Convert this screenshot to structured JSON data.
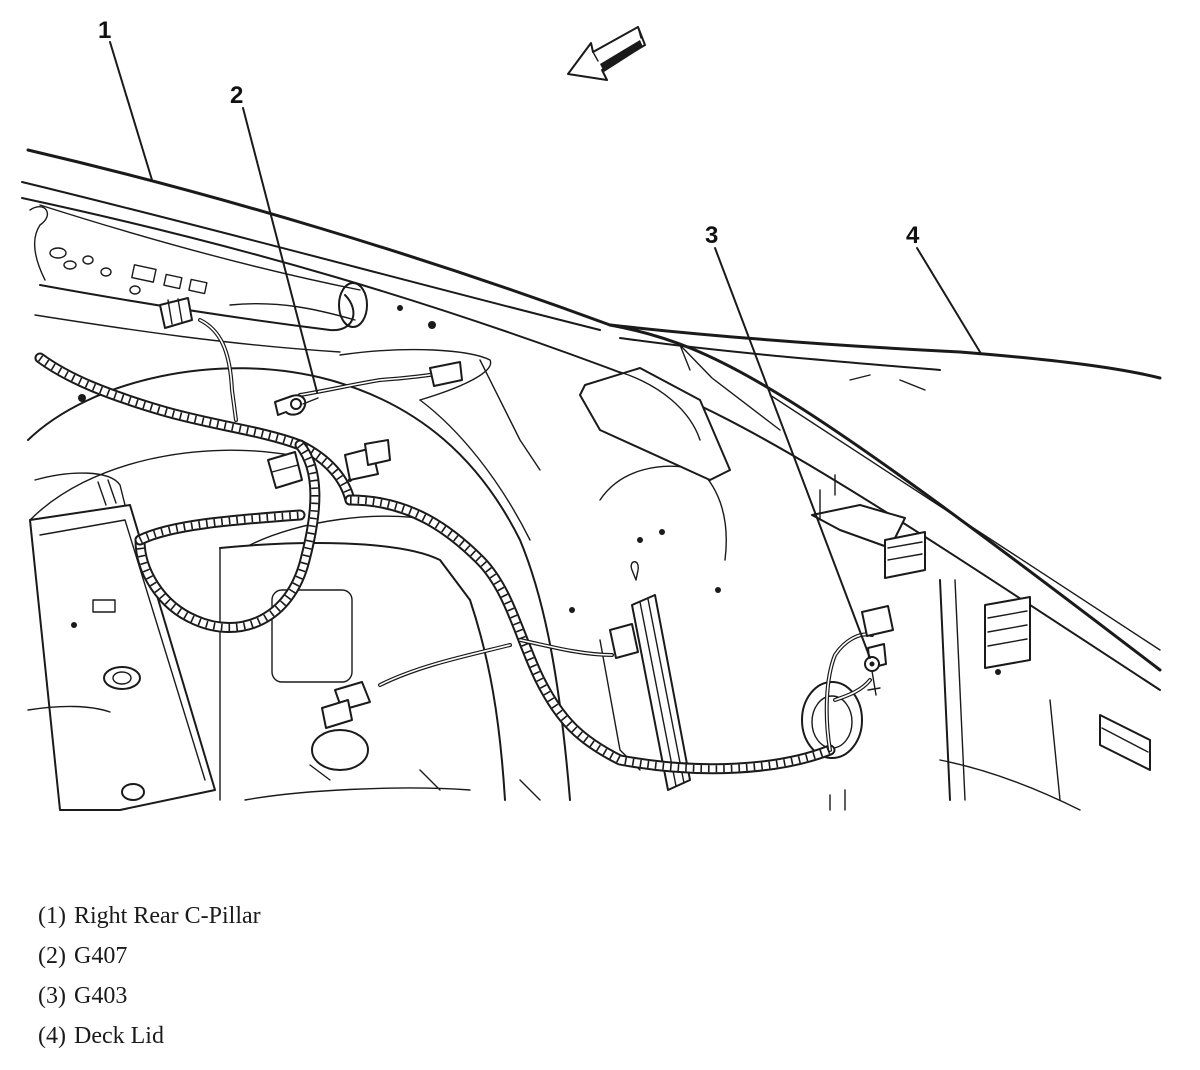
{
  "figure": {
    "callouts": [
      {
        "id": "1",
        "label": "1"
      },
      {
        "id": "2",
        "label": "2"
      },
      {
        "id": "3",
        "label": "3"
      },
      {
        "id": "4",
        "label": "4"
      }
    ],
    "arrow_icon": "direction-arrow-icon"
  },
  "legend": {
    "items": [
      {
        "num": "(1)",
        "text": "Right Rear C-Pillar"
      },
      {
        "num": "(2)",
        "text": "G407"
      },
      {
        "num": "(3)",
        "text": "G403"
      },
      {
        "num": "(4)",
        "text": "Deck Lid"
      }
    ]
  }
}
